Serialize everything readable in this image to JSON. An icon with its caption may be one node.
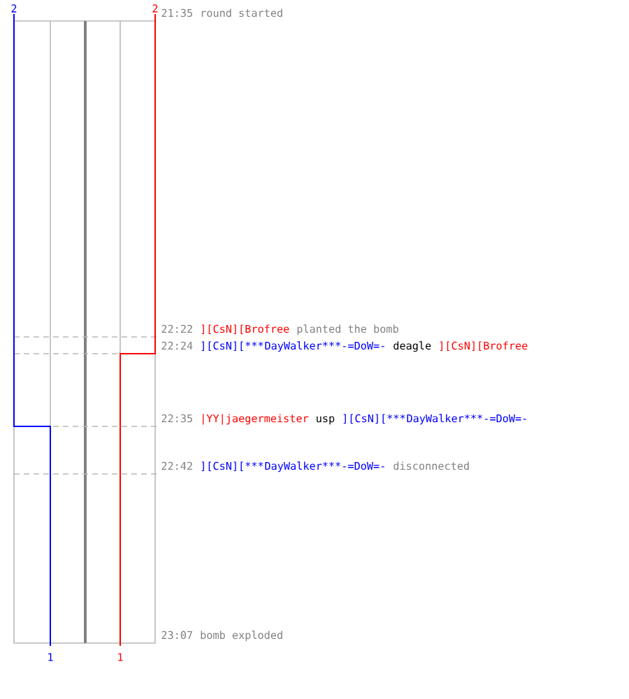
{
  "diagram": {
    "labels": [
      "2",
      "2",
      "21:35",
      "round started",
      "22:22",
      "][CsN][Brofree",
      "planted the bomb",
      "22:24",
      "][CsN][***",
      "DayWalker***-=DoW=-",
      "deagle",
      "][CsN][Brofree",
      "22:35",
      "|YY|jaegermeister",
      "usp",
      "][CsN][***",
      "DayWalker***-=DoW=-",
      "22:42",
      "][CsN][***",
      "DayWalker***-=DoW=-",
      "disconnected",
      "23:07",
      "bomb exploded",
      "1",
      "1"
    ]
  }
}
